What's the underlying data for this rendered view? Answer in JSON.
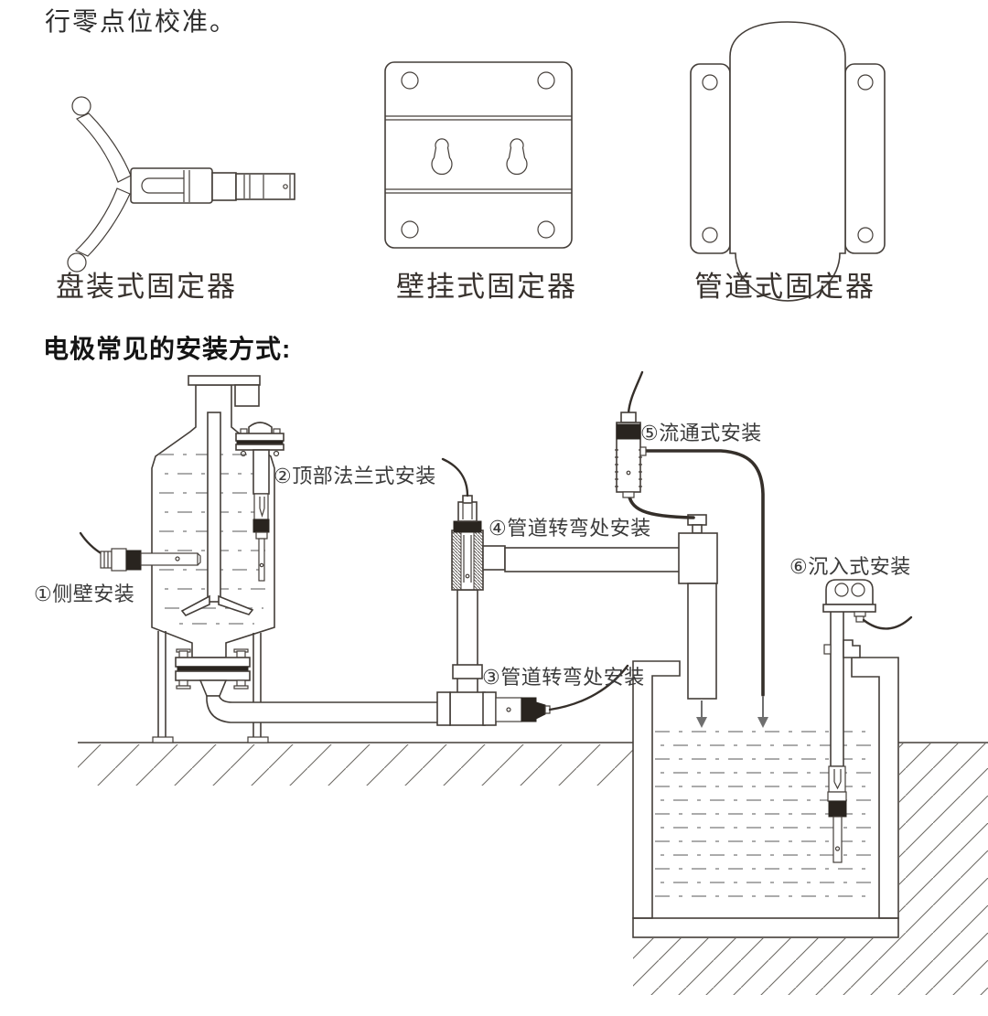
{
  "page": {
    "intro_text": "行零点位校准。",
    "section_heading": "电极常见的安装方式:"
  },
  "fixture_captions": [
    {
      "label": "盘装式固定器"
    },
    {
      "label": "壁挂式固定器"
    },
    {
      "label": "管道式固定器"
    }
  ],
  "installation_labels": [
    {
      "id": 1,
      "label": "①侧壁安装"
    },
    {
      "id": 2,
      "label": "②顶部法兰式安装"
    },
    {
      "id": 3,
      "label": "③管道转弯处安装"
    },
    {
      "id": 4,
      "label": "④管道转弯处安装"
    },
    {
      "id": 5,
      "label": "⑤流通式安装"
    },
    {
      "id": 6,
      "label": "⑥沉入式安装"
    }
  ],
  "colors": {
    "line": "#443e39",
    "dark_fill": "#29241f",
    "liquid_dash": "#8f8f8f",
    "arrow": "#6f6f6f",
    "text": "#2d2d2d"
  }
}
